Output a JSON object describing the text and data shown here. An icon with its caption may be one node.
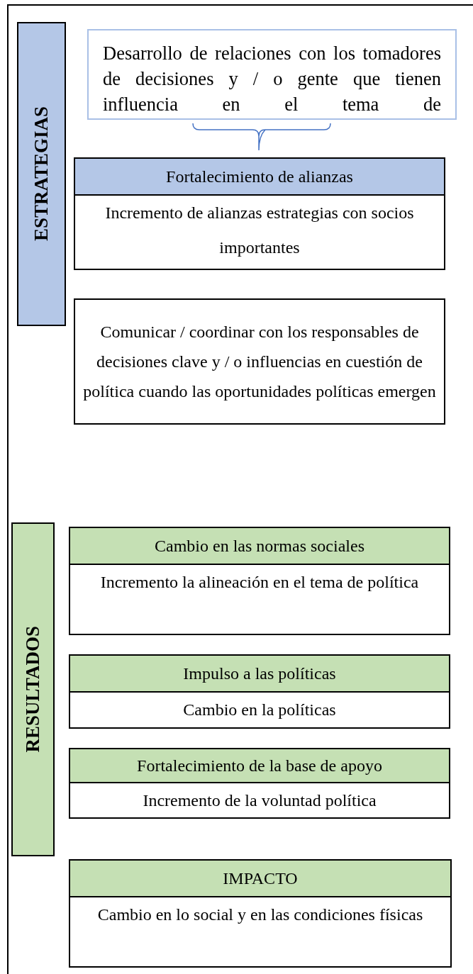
{
  "diagram": {
    "nodes": [
      {
        "text": [
          "ESTRATEGIAS"
        ]
      },
      {
        "text": [
          "Desarrollo de relaciones con los tomadores de decisiones y / o gente que tienen influencia en el tema de"
        ]
      },
      {
        "text": [
          "Fortalecimiento de alianzas",
          "Incremento de alianzas estrategias con socios importantes"
        ]
      },
      {
        "text": [
          "Comunicar / coordinar con los responsables de decisiones clave y / o influencias en cuestión de política cuando las oportunidades políticas emergen"
        ]
      },
      {
        "text": [
          "RESULTADOS"
        ]
      },
      {
        "text": [
          "Cambio en las normas sociales",
          "Incremento la alineación en el tema de política"
        ]
      },
      {
        "text": [
          "Impulso a las políticas",
          "Cambio en la políticas"
        ]
      },
      {
        "text": [
          "Fortalecimiento de la base de apoyo",
          "Incremento de la voluntad política"
        ]
      },
      {
        "text": [
          "IMPACTO",
          "Cambio en lo social y en las condiciones físicas"
        ]
      }
    ]
  }
}
